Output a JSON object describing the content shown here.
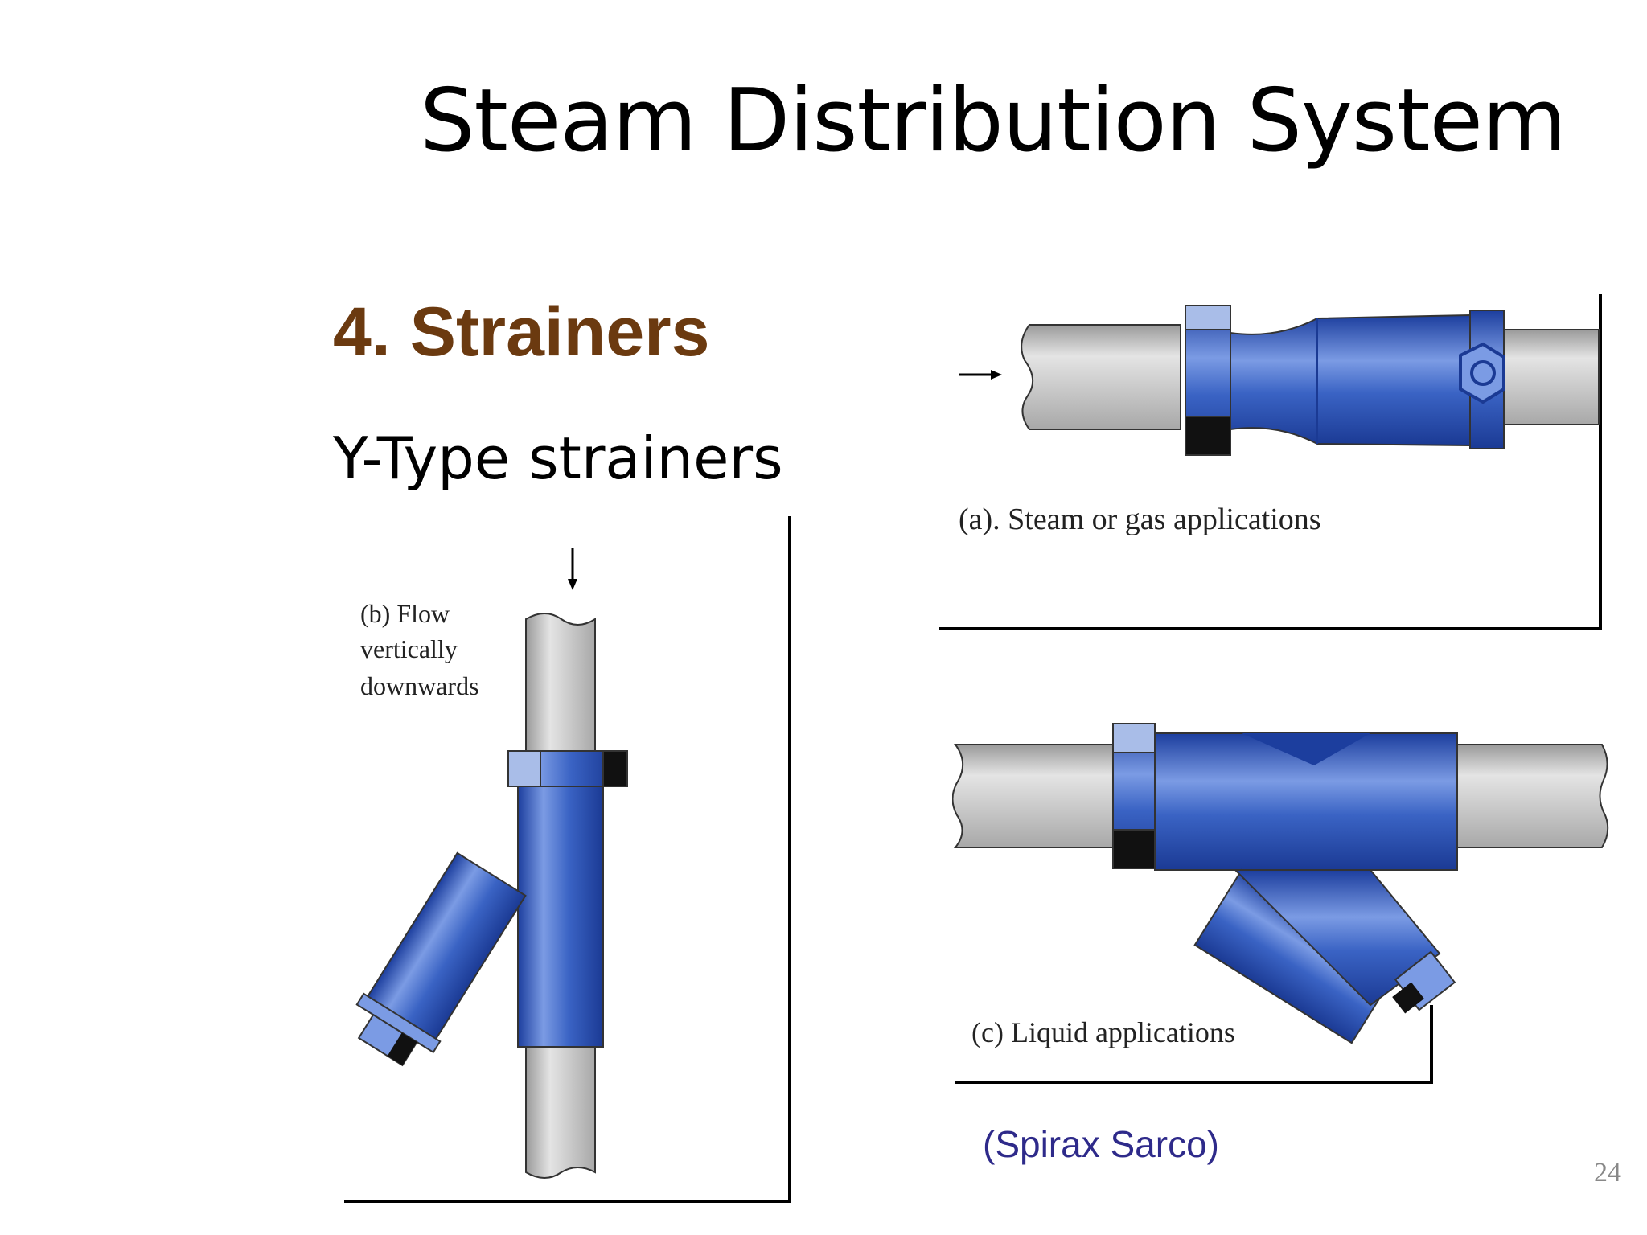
{
  "slide": {
    "title": "Steam Distribution System",
    "heading": "4. Strainers",
    "subheading": "Y-Type strainers",
    "credit": "(Spirax Sarco)",
    "page_number": "24"
  },
  "figures": {
    "a": {
      "caption": "(a). Steam or gas applications"
    },
    "b": {
      "caption_lines": [
        "(b) Flow",
        "vertically",
        "downwards"
      ]
    },
    "c": {
      "caption": "(c) Liquid applications"
    }
  },
  "colors": {
    "title": "#000000",
    "heading": "#6b3a10",
    "credit": "#2e2a8a",
    "strainer_blue": "#3a63c4",
    "pipe_gray": "#c9c9c9"
  }
}
